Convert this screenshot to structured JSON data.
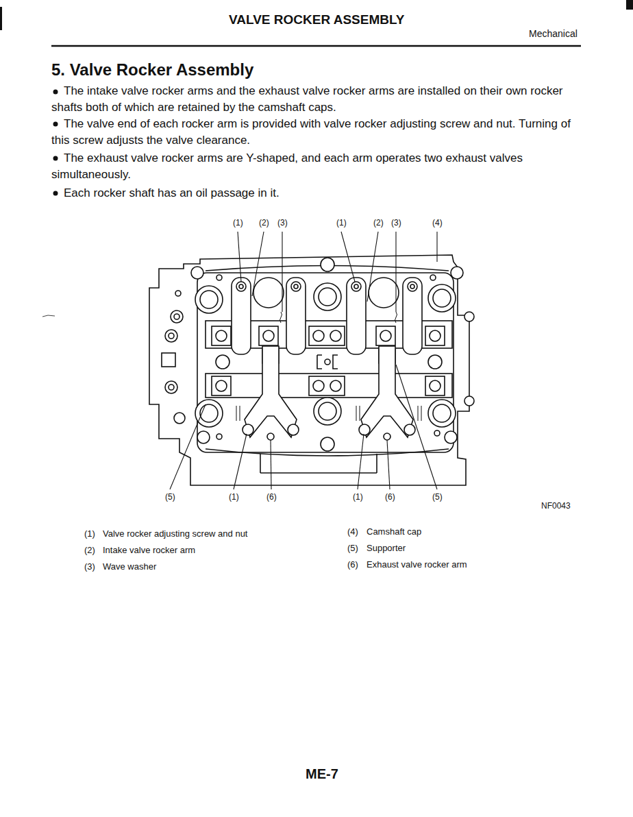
{
  "diagram": {
    "title": "5. Valve Rocker Assembly",
    "labels": [
      "VALVE ROCKER ASSEMBLY",
      "Mechanical",
      "The intake valve rocker arms and the exhaust valve rocker arms are installed on their own rocker shafts both of which are retained by the camshaft caps.",
      "The valve end of each rocker arm is provided with valve rocker adjusting screw and nut. Turning of this screw adjusts the valve clearance.",
      "The exhaust valve rocker arms are Y-shaped, and each arm operates two exhaust valves simultaneously.",
      "Each rocker shaft has an oil passage in it.",
      "(1)",
      "(2)",
      "(3)",
      "(1)",
      "(2)",
      "(3)",
      "(4)",
      "(5)",
      "(1)",
      "(6)",
      "(1)",
      "(6)",
      "(5)",
      "NF0043",
      "(1)",
      "Valve rocker adjusting screw and nut",
      "(2)",
      "Intake valve rocker arm",
      "(3)",
      "Wave washer",
      "(4)",
      "Camshaft cap",
      "(5)",
      "Supporter",
      "(6)",
      "Exhaust valve rocker arm",
      "ME-7"
    ]
  }
}
